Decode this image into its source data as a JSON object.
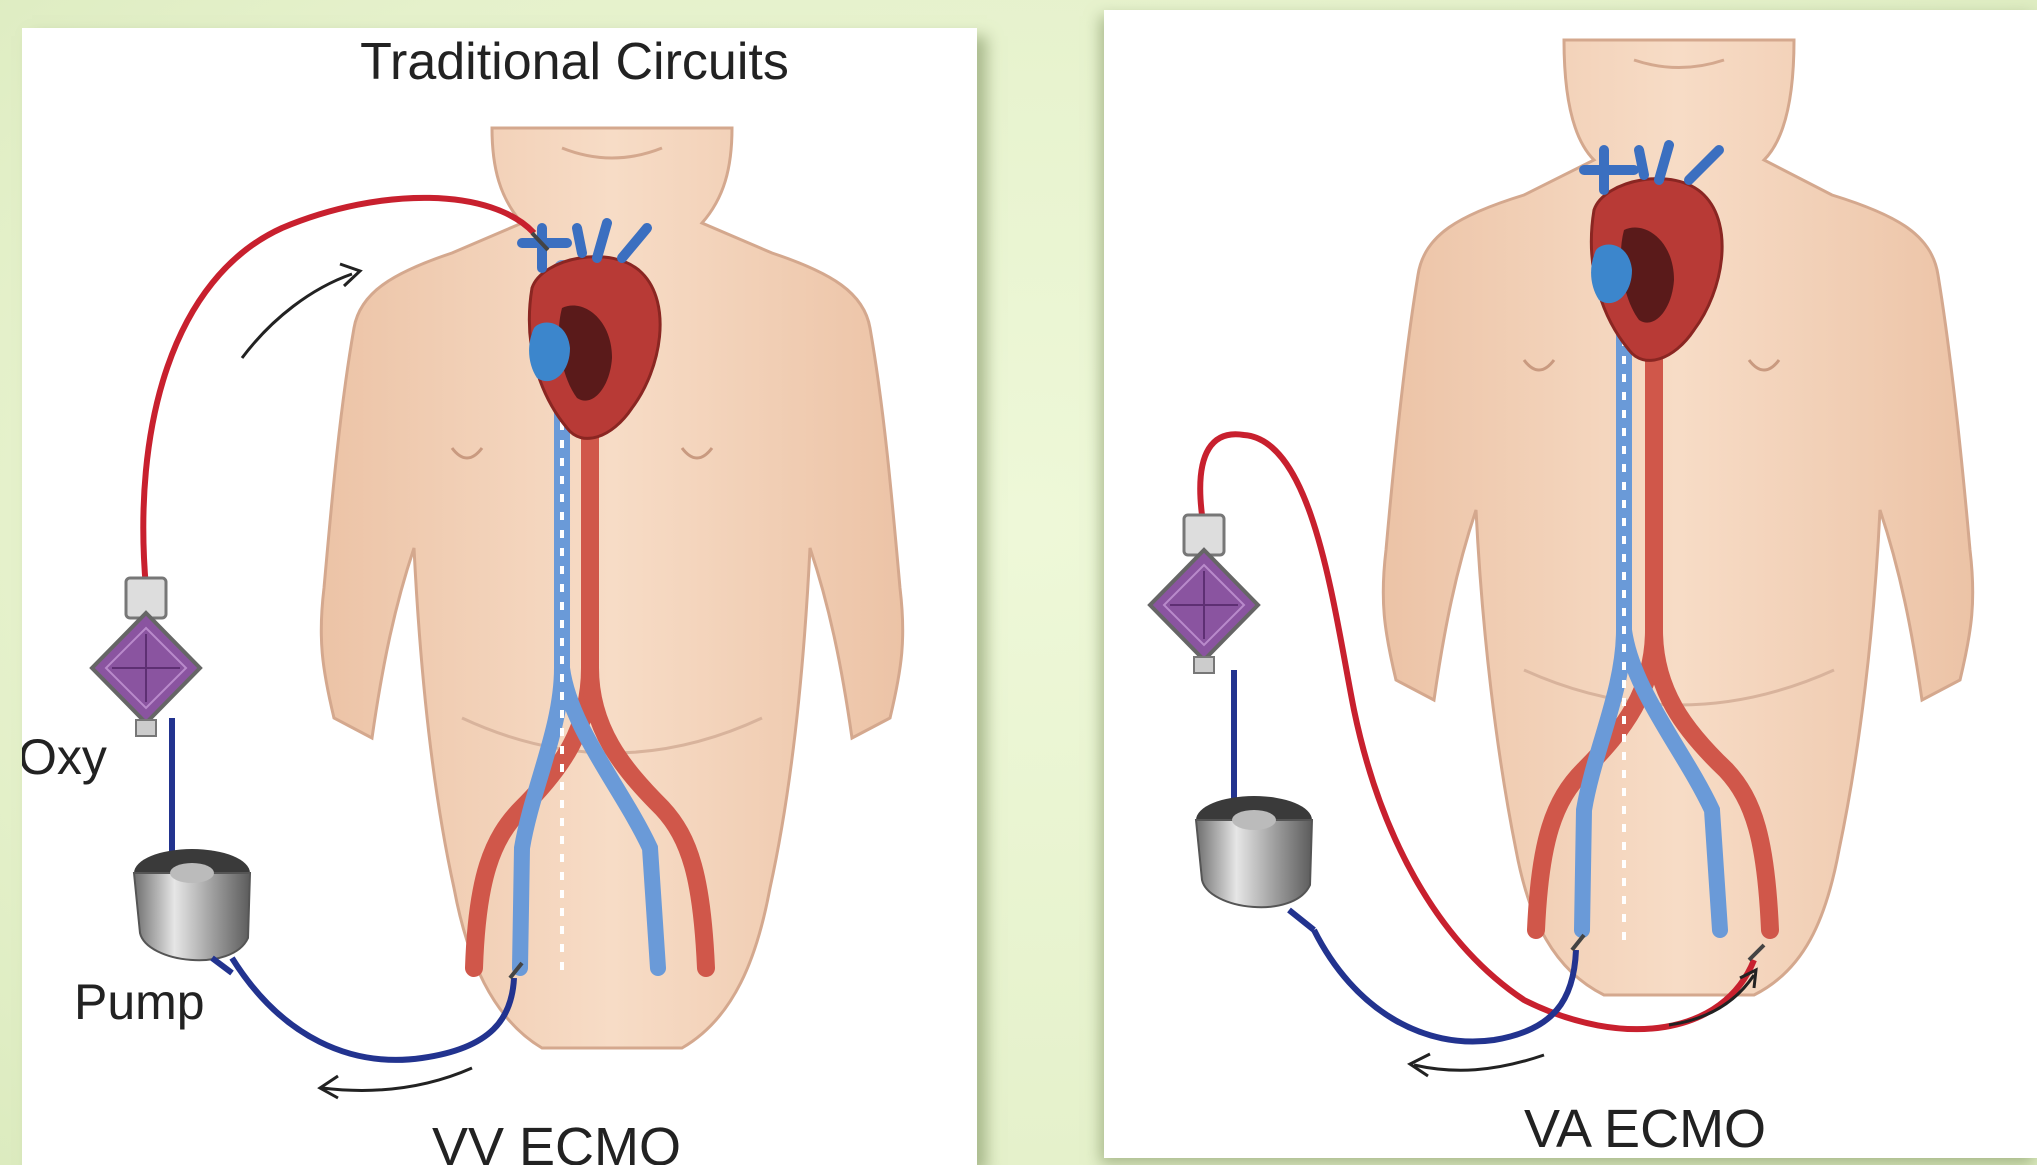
{
  "figure": {
    "title": "Traditional Circuits",
    "left_panel": {
      "caption": "VV ECMO",
      "oxygenator_label": "Oxy",
      "pump_label": "Pump"
    },
    "right_panel": {
      "caption": "VA ECMO"
    }
  },
  "colors": {
    "background": "#e8f3cf",
    "panel": "#ffffff",
    "skin": "#f3d3bb",
    "skin_outline": "#d9ad93",
    "oxygenated_line": "#c8202e",
    "deoxygenated_line": "#22338f",
    "artery": "#d0574a",
    "vein": "#6a9ad8",
    "oxygenator_membrane": "#7b3f8c",
    "pump_metal": "#9a9a9a"
  },
  "icons": [
    "human-torso-figure",
    "heart-icon",
    "oxygenator-icon",
    "pump-icon",
    "flow-arrow-icon"
  ]
}
